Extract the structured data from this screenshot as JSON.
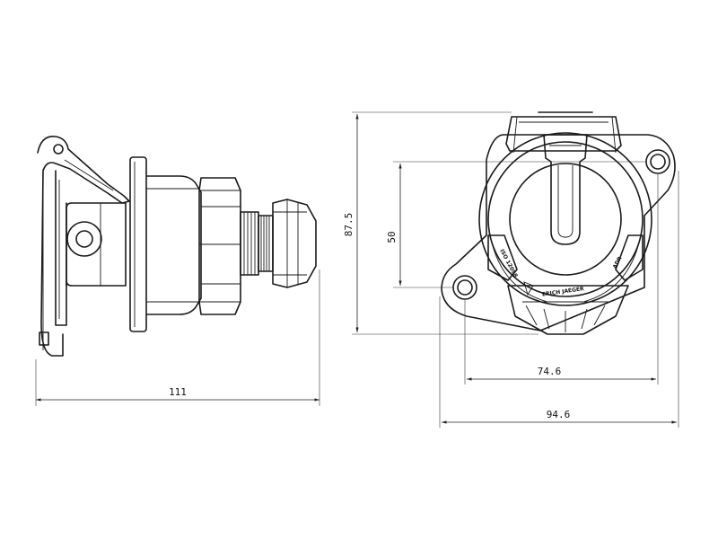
{
  "dimensions": {
    "side_width": "111",
    "height": "87.5",
    "hole_spacing_vertical": "50",
    "hole_spacing_horizontal": "74.6",
    "overall_width": "94.6"
  },
  "markings": {
    "brand": "ERICH JAEGER",
    "left_label": "ISO 12098",
    "right_label": "ADR"
  }
}
